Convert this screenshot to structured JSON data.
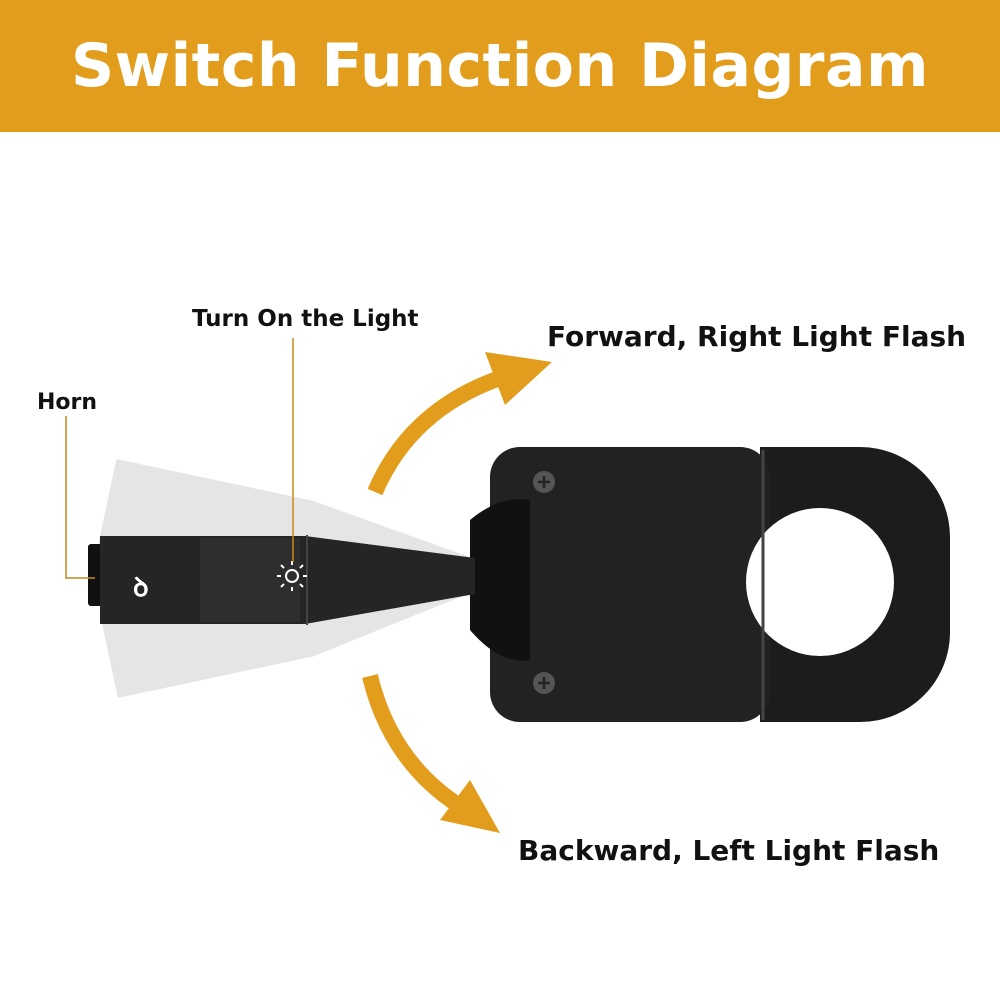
{
  "title": "Switch Function Diagram",
  "labels": {
    "light": "Turn On the Light",
    "horn": "Horn",
    "forward": "Forward, Right Light Flash",
    "backward": "Backward, Left Light Flash"
  },
  "colors": {
    "accent": "#E29D1D",
    "device": "#1E1E1E"
  }
}
